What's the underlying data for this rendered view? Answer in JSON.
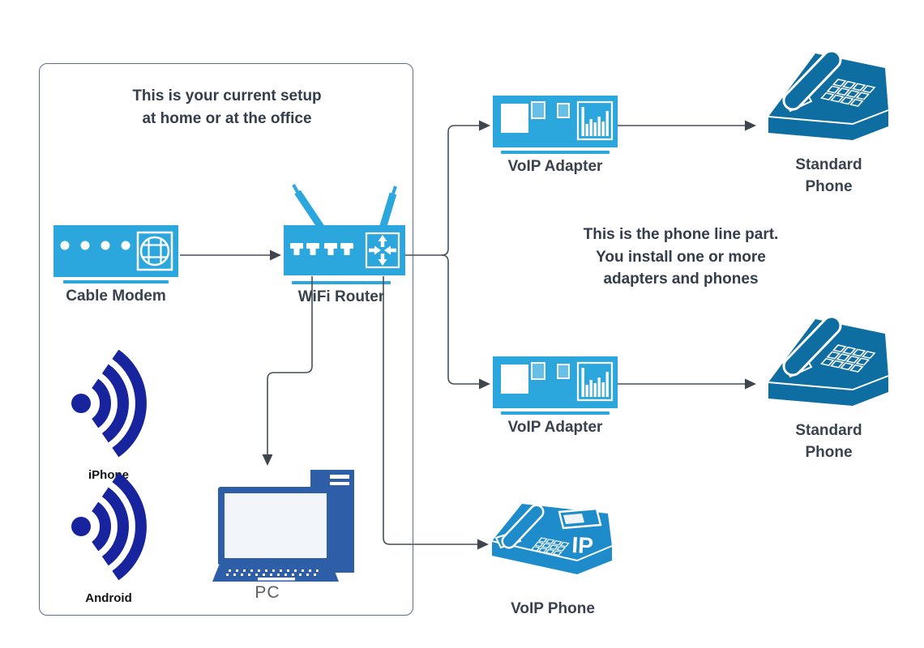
{
  "colors": {
    "device_blue": "#2BA7DD",
    "underline_blue": "#2BA7DD",
    "standard_phone_blue": "#0F6EA1",
    "voip_phone_blue": "#1E8CCA",
    "pc_blue": "#2E5EA8",
    "wifi_navy": "#17249E",
    "connector_gray": "#474E58",
    "box_border": "#5B6D90",
    "label_dark": "#39424E"
  },
  "setup_box": {
    "title": [
      "This is your current setup",
      "at home or at the office"
    ]
  },
  "annotation": [
    "This is the phone line part.",
    "You install one or more",
    "adapters and phones"
  ],
  "nodes": {
    "cable_modem": {
      "label": "Cable Modem",
      "icon": "cable-modem-icon"
    },
    "wifi_router": {
      "label": "WiFi Router",
      "icon": "wifi-router-icon"
    },
    "iphone": {
      "label": "iPhone",
      "icon": "wifi-signal-icon"
    },
    "android": {
      "label": "Android",
      "icon": "wifi-signal-icon"
    },
    "pc": {
      "label": "PC",
      "icon": "desktop-pc-icon"
    },
    "voip_adapter_top": {
      "label": "VoIP Adapter",
      "icon": "voip-adapter-icon"
    },
    "voip_adapter_mid": {
      "label": "VoIP Adapter",
      "icon": "voip-adapter-icon"
    },
    "standard_phone_top": {
      "label": [
        "Standard",
        "Phone"
      ],
      "icon": "standard-phone-icon"
    },
    "standard_phone_mid": {
      "label": [
        "Standard",
        "Phone"
      ],
      "icon": "standard-phone-icon"
    },
    "voip_phone": {
      "label": "VoIP Phone",
      "icon": "voip-phone-icon",
      "badge": "IP"
    }
  }
}
